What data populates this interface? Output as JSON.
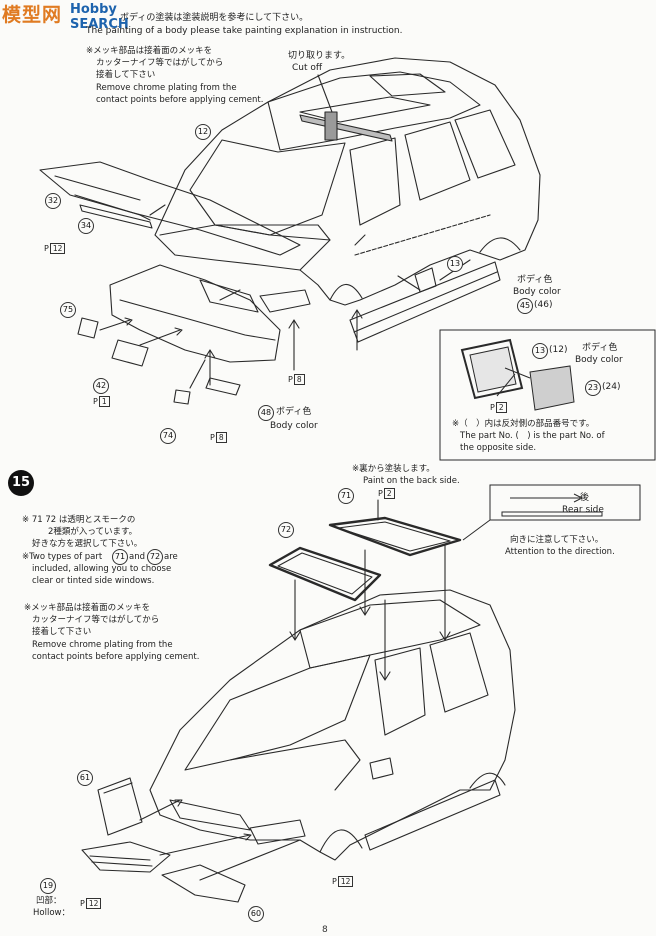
{
  "watermark": {
    "brand": "模型网",
    "site": "Hobby SEARCH"
  },
  "header": {
    "jp": "ボディの塗装は塗装説明を参考にして下さい。",
    "en": "The painting of a body please take painting explanation in instruction."
  },
  "top_section": {
    "chrome_note": {
      "jp1": "※メッキ部品は接着面のメッキを",
      "jp2": "カッターナイフ等ではがしてから",
      "jp3": "接着して下さい",
      "en1": "Remove chrome plating from the",
      "en2": "contact points before applying cement."
    },
    "cutoff": {
      "jp": "切り取ります。",
      "en": "Cut off"
    },
    "body_color_right": {
      "jp": "ボディ色",
      "en": "Body color",
      "parts": "45",
      "parts_alt": "(46)"
    },
    "body_color_bottom": {
      "part": "48",
      "jp": "ボディ色",
      "en": "Body color"
    },
    "parts": {
      "p12": "12",
      "p32": "32",
      "p34": "34",
      "p13": "13",
      "p75": "75",
      "p42": "42",
      "p74": "74"
    },
    "refs": {
      "r1": {
        "p": "P",
        "n": "12"
      },
      "r2": {
        "p": "P",
        "n": "8"
      },
      "r3": {
        "p": "P",
        "n": "1"
      },
      "r4": {
        "p": "P",
        "n": "8"
      }
    },
    "inset": {
      "parts_a": "13",
      "parts_a_alt": "(12)",
      "jp": "ボディ色",
      "en": "Body color",
      "parts_b": "23",
      "parts_b_alt": "(24)",
      "ref": {
        "p": "P",
        "n": "2"
      },
      "note_jp": "※（　）内は反対側の部品番号です。",
      "note_en1": "The part No. (　) is the part No. of",
      "note_en2": "the opposite side."
    }
  },
  "step15": {
    "number": "15",
    "paint_back": {
      "jp": "※裏から塗装します。",
      "ref": {
        "p": "P",
        "n": "2"
      },
      "en": "Paint on the back side."
    },
    "rear_side": {
      "jp": "後",
      "en": "Rear side",
      "dir_jp": "向きに注意して下さい。",
      "dir_en": "Attention to the direction."
    },
    "window_note": {
      "jp1": "※ 71 72 は透明とスモークの",
      "jp2": "2種類が入っています。",
      "jp3": "好きな方を選択して下さい。",
      "en1a": "※Two types of part",
      "en1b": "and",
      "en1c": "are",
      "en2": "included, allowing you to choose",
      "en3": "clear or tinted side windows.",
      "part_a": "71",
      "part_b": "72"
    },
    "chrome_note": {
      "jp1": "※メッキ部品は接着面のメッキを",
      "jp2": "カッターナイフ等ではがしてから",
      "jp3": "接着して下さい",
      "en1": "Remove chrome plating from the",
      "en2": "contact points before applying cement."
    },
    "parts": {
      "p71": "71",
      "p72": "72",
      "p61": "61",
      "p19": "19",
      "p60": "60"
    },
    "hollow": {
      "jp": "凹部：",
      "en": "Hollow："
    },
    "refs": {
      "r1": {
        "p": "P",
        "n": "12"
      },
      "r2": {
        "p": "P",
        "n": "12"
      }
    }
  },
  "page_number": "8"
}
